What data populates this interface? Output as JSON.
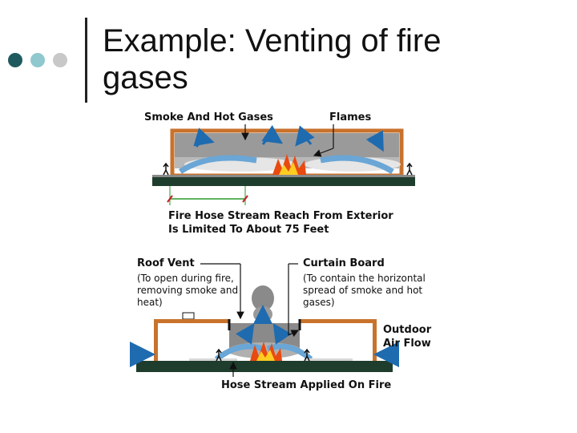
{
  "slide": {
    "title_line1": "Example: Venting of fire",
    "title_line2": "gases"
  },
  "bullets": {
    "dot_colors": [
      "#1f5b5e",
      "#8fc8cf",
      "#c8c8c8"
    ]
  },
  "diagram_top": {
    "smoke_label": "Smoke And Hot Gases",
    "flames_label": "Flames",
    "reach_line1": "Fire Hose Stream Reach From Exterior",
    "reach_line2": "Is Limited To About 75 Feet"
  },
  "diagram_bottom": {
    "roof_vent_label": "Roof Vent",
    "roof_vent_desc": [
      "(To open during fire,",
      "removing smoke and",
      "heat)"
    ],
    "curtain_label": "Curtain Board",
    "curtain_desc": [
      "(To contain the horizontal",
      "spread of smoke and hot",
      "gases)"
    ],
    "outdoor_line1": "Outdoor",
    "outdoor_line2": "Air Flow",
    "hose_label": "Hose Stream Applied On Fire"
  },
  "colors": {
    "building": "#c8722c",
    "smoke": "#9a9a9a",
    "ground": "#1f3d2c",
    "water": "#6aa6d6",
    "arrow": "#1e6bb0",
    "reach": "#2a9a2a"
  }
}
